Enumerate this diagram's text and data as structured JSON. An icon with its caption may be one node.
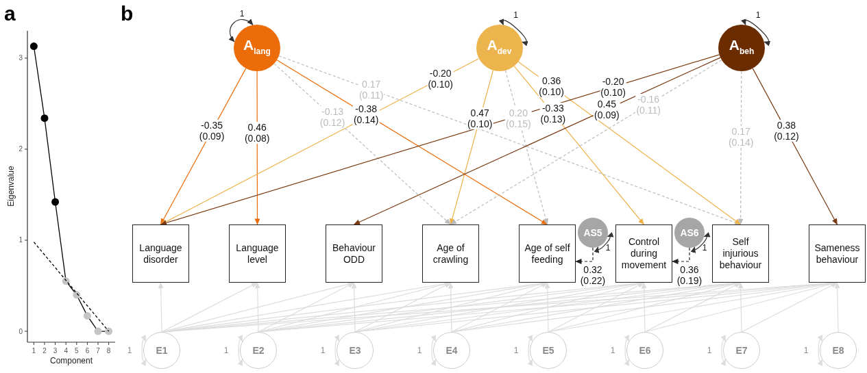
{
  "diagram": {
    "nodes": [
      {
        "text": [
          "A$_{lang}$"
        ]
      },
      {
        "text": [
          "A$_{dev}$"
        ]
      },
      {
        "text": [
          "A$_{beh}$"
        ]
      },
      {
        "text": [
          "Language disorder"
        ]
      },
      {
        "text": [
          "Language level"
        ]
      },
      {
        "text": [
          "Behaviour ODD"
        ]
      },
      {
        "text": [
          "Age of crawling"
        ]
      },
      {
        "text": [
          "Age of self feeding"
        ]
      },
      {
        "text": [
          "Control during movement"
        ]
      },
      {
        "text": [
          "Self injurious behaviour"
        ]
      },
      {
        "text": [
          "Sameness behaviour"
        ]
      },
      {
        "text": [
          "AS5"
        ]
      },
      {
        "text": [
          "AS6"
        ]
      },
      {
        "text": [
          "E1"
        ]
      },
      {
        "text": [
          "E2"
        ]
      },
      {
        "text": [
          "E3"
        ]
      },
      {
        "text": [
          "E4"
        ]
      },
      {
        "text": [
          "E5"
        ]
      },
      {
        "text": [
          "E6"
        ]
      },
      {
        "text": [
          "E7"
        ]
      },
      {
        "text": [
          "E8"
        ]
      }
    ],
    "edges": [
      {
        "from": 0,
        "to": 0,
        "arrow": "both",
        "label": "1",
        "color": "#333333"
      },
      {
        "from": 0,
        "to": 3,
        "arrow": "to",
        "label": "-0.35 (0.09)",
        "color": "#ec6c0a"
      },
      {
        "from": 0,
        "to": 4,
        "arrow": "to",
        "label": "0.46 (0.08)",
        "color": "#ec6c0a"
      },
      {
        "from": 0,
        "to": 6,
        "arrow": "to",
        "label": "-0.13 (0.12)",
        "style": "dashed",
        "color": "#bbbbbb"
      },
      {
        "from": 0,
        "to": 7,
        "arrow": "to",
        "label": "-0.38 (0.14)",
        "color": "#ec6c0a"
      },
      {
        "from": 0,
        "to": 9,
        "arrow": "to",
        "label": "0.17 (0.11)",
        "style": "dashed",
        "color": "#bbbbbb"
      },
      {
        "from": 1,
        "to": 1,
        "arrow": "both",
        "label": "1",
        "color": "#333333"
      },
      {
        "from": 1,
        "to": 3,
        "arrow": "to",
        "label": "-0.20 (0.10)",
        "color": "#eeb24a"
      },
      {
        "from": 1,
        "to": 6,
        "arrow": "to",
        "label": "0.47 (0.10)",
        "color": "#eeb24a"
      },
      {
        "from": 1,
        "to": 7,
        "arrow": "to",
        "label": "0.20 (0.15)",
        "style": "dashed",
        "color": "#bbbbbb"
      },
      {
        "from": 1,
        "to": 8,
        "arrow": "to",
        "label": "-0.33 (0.13)",
        "color": "#eeb24a"
      },
      {
        "from": 1,
        "to": 9,
        "arrow": "to",
        "label": "0.36 (0.10)",
        "color": "#eeb24a"
      },
      {
        "from": 2,
        "to": 2,
        "arrow": "both",
        "label": "1",
        "color": "#333333"
      },
      {
        "from": 2,
        "to": 3,
        "arrow": "to",
        "label": "-0.20 (0.10)",
        "color": "#7a3a12"
      },
      {
        "from": 2,
        "to": 5,
        "arrow": "to",
        "label": "0.45 (0.09)",
        "color": "#7a3a12"
      },
      {
        "from": 2,
        "to": 6,
        "arrow": "to",
        "label": "-0.16 (0.11)",
        "style": "dashed",
        "color": "#bbbbbb"
      },
      {
        "from": 2,
        "to": 9,
        "arrow": "to",
        "label": "0.17 (0.14)",
        "style": "dashed",
        "color": "#bbbbbb"
      },
      {
        "from": 2,
        "to": 10,
        "arrow": "to",
        "label": "0.38 (0.12)",
        "color": "#7a3a12"
      },
      {
        "from": 11,
        "to": 11,
        "arrow": "both",
        "label": "1",
        "color": "#333333"
      },
      {
        "from": 11,
        "to": 7,
        "arrow": "to",
        "label": "0.32 (0.22)",
        "style": "dashed",
        "color": "#222222"
      },
      {
        "from": 12,
        "to": 12,
        "arrow": "both",
        "label": "1",
        "color": "#333333"
      },
      {
        "from": 12,
        "to": 8,
        "arrow": "to",
        "label": "0.36 (0.19)",
        "style": "dashed",
        "color": "#222222"
      },
      {
        "from": 13,
        "to": 13,
        "arrow": "both",
        "label": "1"
      },
      {
        "from": 13,
        "to": 3,
        "arrow": "to"
      },
      {
        "from": 13,
        "to": 4,
        "arrow": "to"
      },
      {
        "from": 13,
        "to": 5,
        "arrow": "to"
      },
      {
        "from": 13,
        "to": 6,
        "arrow": "to"
      },
      {
        "from": 13,
        "to": 7,
        "arrow": "to"
      },
      {
        "from": 13,
        "to": 8,
        "arrow": "to"
      },
      {
        "from": 13,
        "to": 9,
        "arrow": "to"
      },
      {
        "from": 13,
        "to": 10,
        "arrow": "to"
      },
      {
        "from": 14,
        "to": 14,
        "arrow": "both",
        "label": "1"
      },
      {
        "from": 14,
        "to": 4,
        "arrow": "to"
      },
      {
        "from": 14,
        "to": 5,
        "arrow": "to"
      },
      {
        "from": 14,
        "to": 6,
        "arrow": "to"
      },
      {
        "from": 14,
        "to": 7,
        "arrow": "to"
      },
      {
        "from": 14,
        "to": 8,
        "arrow": "to"
      },
      {
        "from": 14,
        "to": 9,
        "arrow": "to"
      },
      {
        "from": 14,
        "to": 10,
        "arrow": "to"
      },
      {
        "from": 15,
        "to": 15,
        "arrow": "both",
        "label": "1"
      },
      {
        "from": 15,
        "to": 5,
        "arrow": "to"
      },
      {
        "from": 15,
        "to": 6,
        "arrow": "to"
      },
      {
        "from": 15,
        "to": 7,
        "arrow": "to"
      },
      {
        "from": 15,
        "to": 8,
        "arrow": "to"
      },
      {
        "from": 15,
        "to": 9,
        "arrow": "to"
      },
      {
        "from": 15,
        "to": 10,
        "arrow": "to"
      },
      {
        "from": 16,
        "to": 16,
        "arrow": "both",
        "label": "1"
      },
      {
        "from": 16,
        "to": 6,
        "arrow": "to"
      },
      {
        "from": 16,
        "to": 7,
        "arrow": "to"
      },
      {
        "from": 16,
        "to": 8,
        "arrow": "to"
      },
      {
        "from": 16,
        "to": 9,
        "arrow": "to"
      },
      {
        "from": 16,
        "to": 10,
        "arrow": "to"
      },
      {
        "from": 17,
        "to": 17,
        "arrow": "both",
        "label": "1"
      },
      {
        "from": 17,
        "to": 7,
        "arrow": "to"
      },
      {
        "from": 17,
        "to": 8,
        "arrow": "to"
      },
      {
        "from": 17,
        "to": 9,
        "arrow": "to"
      },
      {
        "from": 17,
        "to": 10,
        "arrow": "to"
      },
      {
        "from": 18,
        "to": 18,
        "arrow": "both",
        "label": "1"
      },
      {
        "from": 18,
        "to": 8,
        "arrow": "to"
      },
      {
        "from": 18,
        "to": 9,
        "arrow": "to"
      },
      {
        "from": 18,
        "to": 10,
        "arrow": "to"
      },
      {
        "from": 19,
        "to": 19,
        "arrow": "both",
        "label": "1"
      },
      {
        "from": 19,
        "to": 9,
        "arrow": "to"
      },
      {
        "from": 19,
        "to": 10,
        "arrow": "to"
      },
      {
        "from": 20,
        "to": 20,
        "arrow": "both",
        "label": "1"
      },
      {
        "from": 20,
        "to": 10,
        "arrow": "to"
      }
    ],
    "labels": [
      "a",
      "b"
    ],
    "chart_data": {
      "type": "line",
      "xlabel": "Component",
      "ylabel": "Eigenvalue",
      "x": [
        1,
        2,
        3,
        4,
        5,
        6,
        7,
        8
      ],
      "series": [
        {
          "color": "#000000",
          "marker": "circle",
          "values": [
            3.13,
            2.34,
            1.42,
            0.55,
            0.4,
            0.17,
            0.0,
            0.0
          ]
        },
        {
          "color": "#000000",
          "line_style": "dashed",
          "values": [
            0.98,
            0.84,
            0.7,
            0.56,
            0.42,
            0.28,
            0.14,
            0.0
          ]
        }
      ],
      "xlim": [
        0.4,
        8.6
      ],
      "ylim": [
        -0.12,
        3.3
      ],
      "xticks": [
        1,
        2,
        3,
        4,
        5,
        6,
        7,
        8
      ],
      "yticks": [
        0,
        1,
        2,
        3
      ]
    }
  }
}
